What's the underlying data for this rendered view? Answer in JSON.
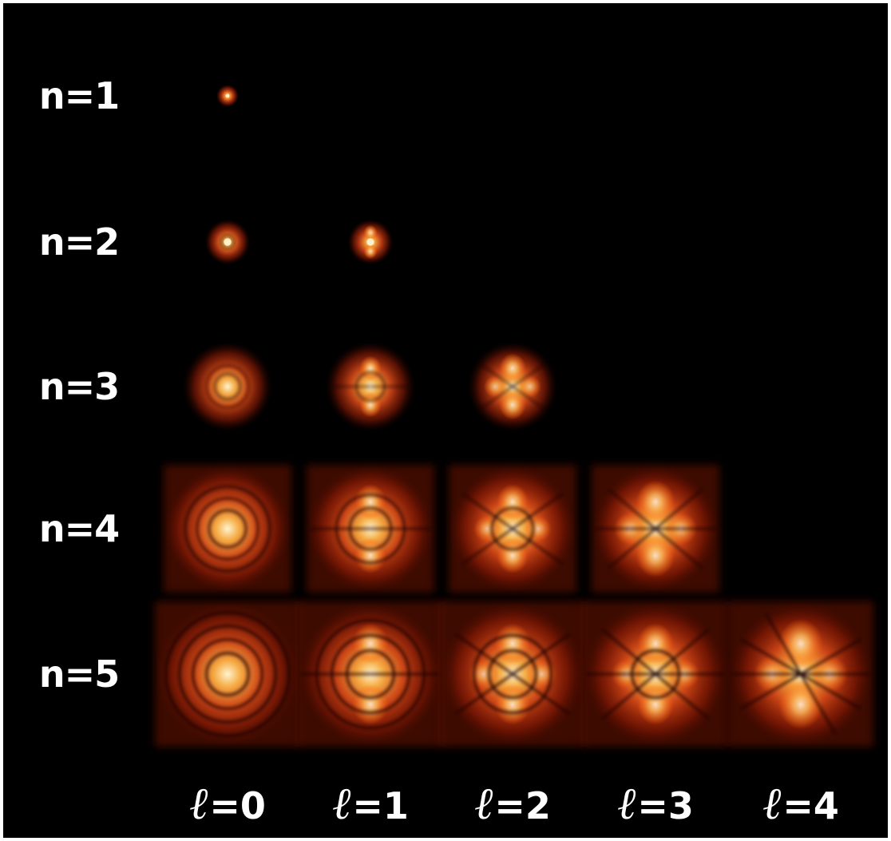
{
  "rows": [
    {
      "label": "n=1",
      "n": 1
    },
    {
      "label": "n=2",
      "n": 2
    },
    {
      "label": "n=3",
      "n": 3
    },
    {
      "label": "n=4",
      "n": 4
    },
    {
      "label": "n=5",
      "n": 5
    }
  ],
  "columns": [
    {
      "symbol": "ℓ",
      "label": "=0",
      "l": 0
    },
    {
      "symbol": "ℓ",
      "label": "=1",
      "l": 1
    },
    {
      "symbol": "ℓ",
      "label": "=2",
      "l": 2
    },
    {
      "symbol": "ℓ",
      "label": "=3",
      "l": 3
    },
    {
      "symbol": "ℓ",
      "label": "=4",
      "l": 4
    }
  ],
  "orbitals": [
    {
      "n": 1,
      "l": 0
    },
    {
      "n": 2,
      "l": 0
    },
    {
      "n": 2,
      "l": 1
    },
    {
      "n": 3,
      "l": 0
    },
    {
      "n": 3,
      "l": 1
    },
    {
      "n": 3,
      "l": 2
    },
    {
      "n": 4,
      "l": 0
    },
    {
      "n": 4,
      "l": 1
    },
    {
      "n": 4,
      "l": 2
    },
    {
      "n": 4,
      "l": 3
    },
    {
      "n": 5,
      "l": 0
    },
    {
      "n": 5,
      "l": 1
    },
    {
      "n": 5,
      "l": 2
    },
    {
      "n": 5,
      "l": 3
    },
    {
      "n": 5,
      "l": 4
    }
  ],
  "colors": {
    "background": "#000000",
    "glow_core": "#fff4d0",
    "glow_mid": "#ff8a2a",
    "glow_outer": "#c0260a",
    "node_line": "#1a0200",
    "label": "#ffffff"
  }
}
